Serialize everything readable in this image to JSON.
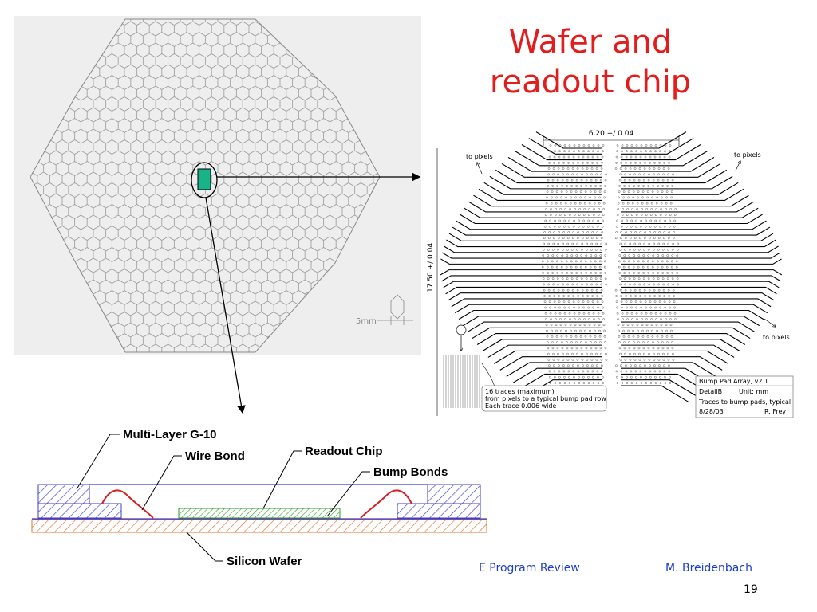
{
  "slide": {
    "title_line1": "Wafer and",
    "title_line2": "readout chip",
    "footer_left": "E Program Review",
    "footer_right": "M. Breidenbach",
    "page_number": "19"
  },
  "wafer": {
    "scale_label": "5mm"
  },
  "bump_pad": {
    "width_dim": "6.20 +/ 0.04",
    "height_dim": "17.50 +/ 0.04",
    "to_pixels_left": "to pixels",
    "to_pixels_right": "to pixels",
    "to_pixels_lower": "to pixels",
    "note_line1": "16 traces (maximum)",
    "note_line2": "from pixels to a typical bump pad row",
    "note_line3": "Each trace 0.006 wide",
    "titleblock_line1": "Bump Pad Array, v2.1",
    "titleblock_detail": "DetailB",
    "titleblock_unit": "Unit: mm",
    "titleblock_line3": "Traces to bump pads, typical",
    "titleblock_date": "8/28/03",
    "titleblock_author": "R. Frey"
  },
  "cross_section": {
    "label_g10": "Multi-Layer G-10",
    "label_wire": "Wire Bond",
    "label_chip": "Readout Chip",
    "label_bump": "Bump Bonds",
    "label_wafer": "Silicon Wafer"
  },
  "colors": {
    "title": "#e31c1c",
    "footer": "#1c3ec8",
    "chip_fill": "#19b38a",
    "hatch_blue": "#3b3bd6",
    "hatch_green": "#2e9e2e",
    "hatch_orange": "#e0702a",
    "wire_red": "#d42020"
  }
}
